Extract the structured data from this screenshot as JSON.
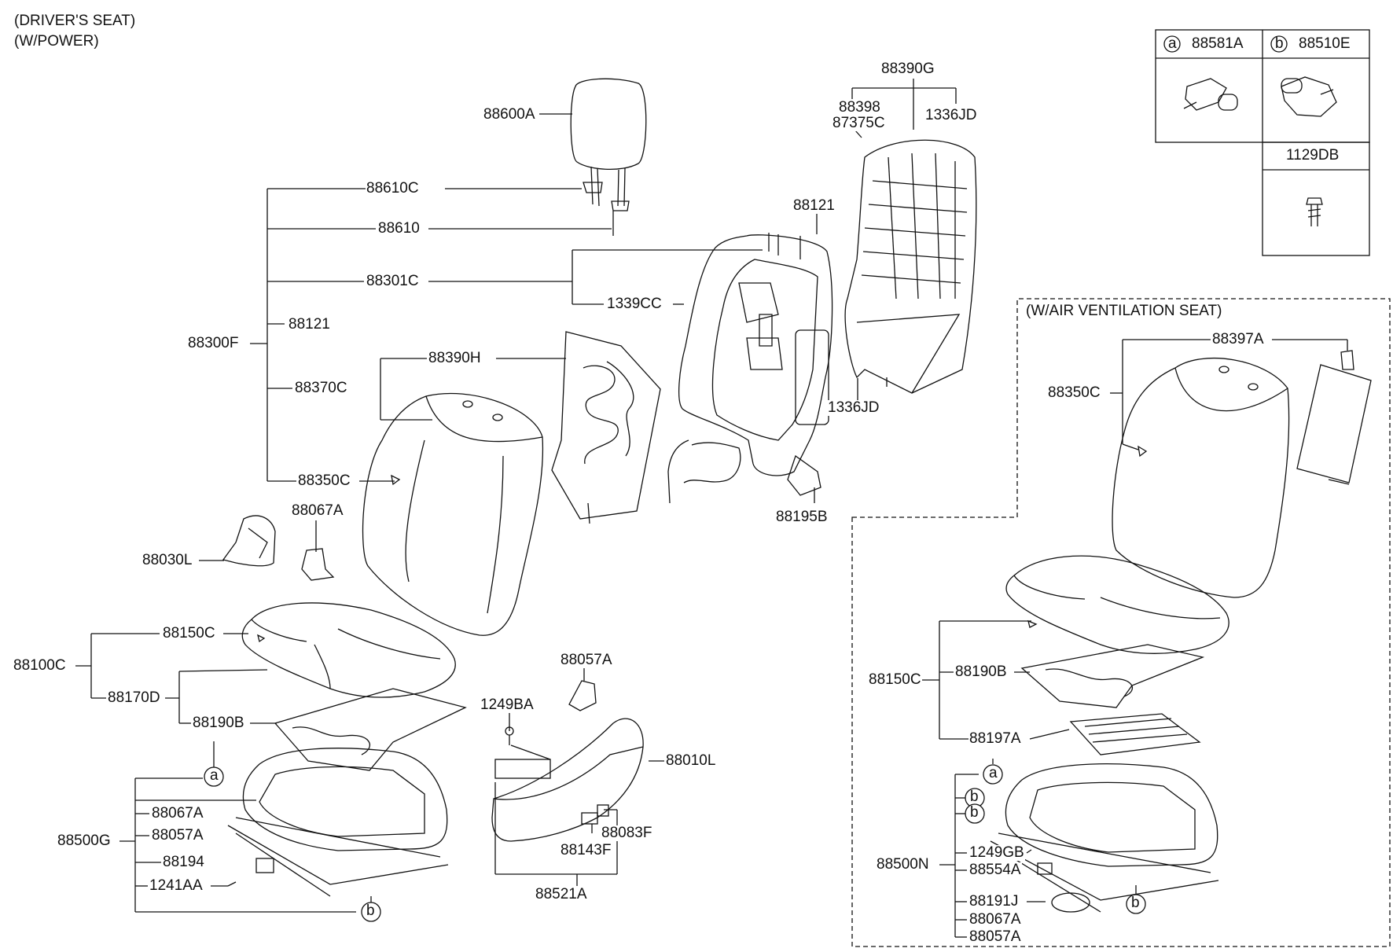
{
  "header": {
    "line1": "(DRIVER'S SEAT)",
    "line2": "(W/POWER)"
  },
  "legend": {
    "a_letter": "a",
    "a_part": "88581A",
    "b_letter": "b",
    "b_part": "88510E",
    "screw_part": "1129DB"
  },
  "ventilation_box": {
    "title": "(W/AIR VENTILATION SEAT)"
  },
  "callouts": {
    "p88600A": "88600A",
    "p88610C": "88610C",
    "p88610": "88610",
    "p88301C": "88301C",
    "p88121_main": "88121",
    "p88300F": "88300F",
    "p88370C": "88370C",
    "p88390H": "88390H",
    "p88350C_main": "88350C",
    "p88067A_top": "88067A",
    "p88030L": "88030L",
    "p88390G": "88390G",
    "p88398": "88398",
    "p87375C": "87375C",
    "p1336JD_top": "1336JD",
    "p88121_frame": "88121",
    "p1339CC": "1339CC",
    "p1336JD_mid": "1336JD",
    "p88195B": "88195B",
    "p88150C_main": "88150C",
    "p88100C": "88100C",
    "p88170D": "88170D",
    "p88190B_main": "88190B",
    "a_main": "a",
    "p88067A_bot": "88067A",
    "p88057A_bot": "88057A",
    "p88500G": "88500G",
    "p88194": "88194",
    "p1241AA": "1241AA",
    "b_main": "b",
    "p88057A_mid": "88057A",
    "p1249BA": "1249BA",
    "p88010L": "88010L",
    "p88083F": "88083F",
    "p88143F": "88143F",
    "p88521A": "88521A",
    "p88397A": "88397A",
    "p88350C_vent": "88350C",
    "p88150C_vent": "88150C",
    "p88190B_vent": "88190B",
    "p88197A": "88197A",
    "a_vent": "a",
    "b_vent1": "b",
    "b_vent2": "b",
    "p88500N": "88500N",
    "p1249GB": "1249GB",
    "p88554A": "88554A",
    "b_vent3": "b",
    "p88191J": "88191J",
    "p88067A_vent": "88067A",
    "p88057A_vent": "88057A"
  }
}
